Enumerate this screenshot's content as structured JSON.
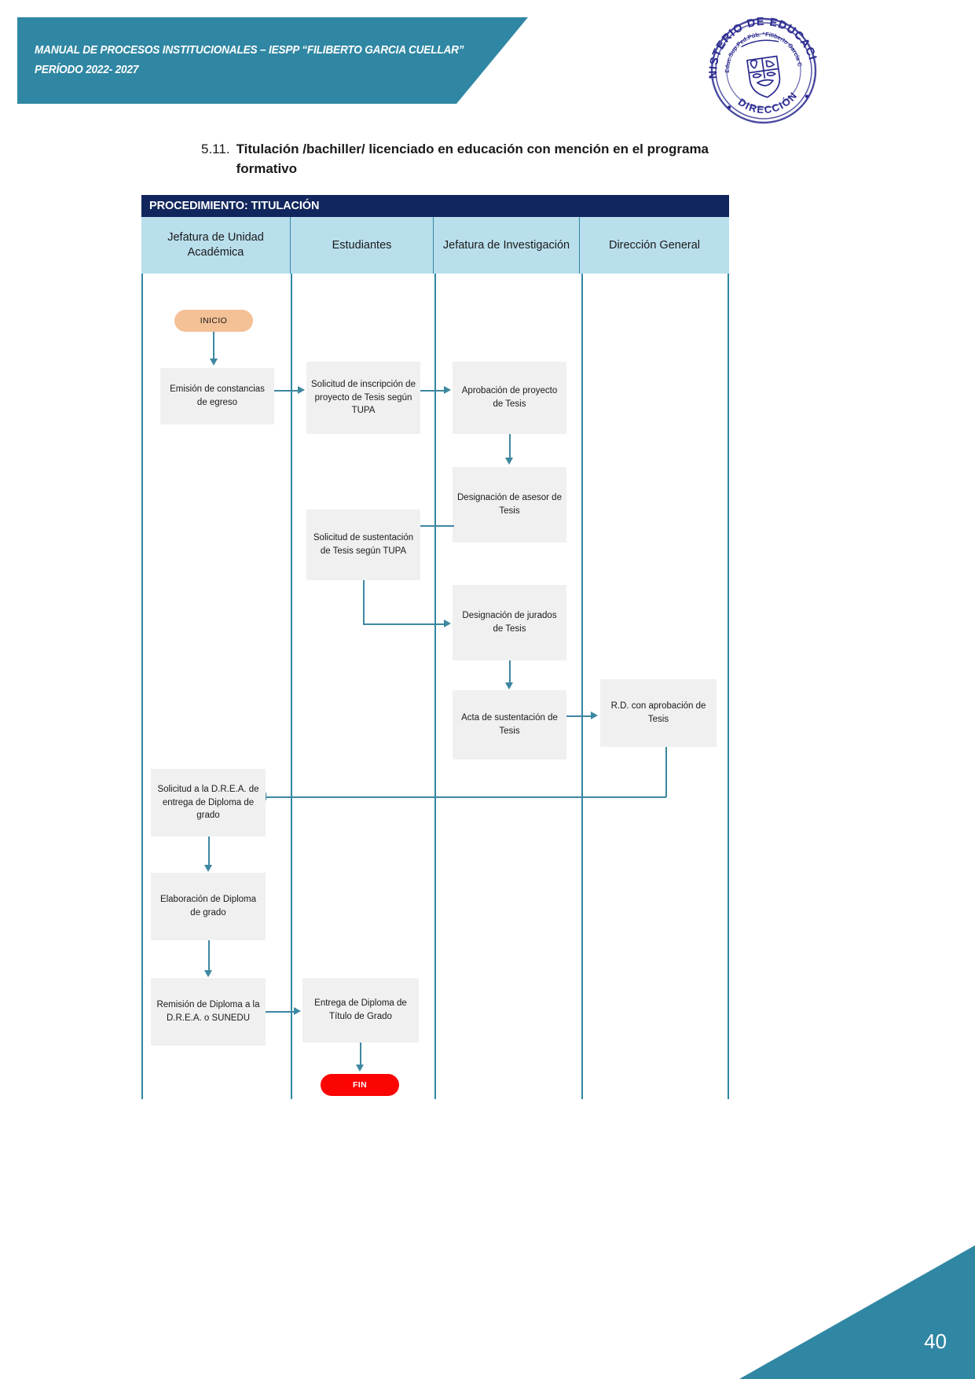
{
  "header": {
    "line1": "MANUAL DE PROCESOS INSTITUCIONALES – IESPP “FILIBERTO GARCIA CUELLAR”",
    "line2": "PERÍODO 2022- 2027",
    "banner_color": "#3087a3"
  },
  "seal": {
    "outer_top_text": "MINISTERIO DE EDUCACIÓN",
    "outer_bottom_text": "DIRECCIÓN",
    "inner_text": "Inst. de Educ. Sup. Ped. Púb. “Filiberto García Cuellar”",
    "color": "#2a2a8f"
  },
  "section": {
    "number": "5.11.",
    "heading": "Titulación /bachiller/ licenciado en educación con mención en el programa formativo"
  },
  "flowchart": {
    "title": "PROCEDIMIENTO: TITULACIÓN",
    "title_bar_color": "#11265c",
    "lane_header_color": "#b9dfec",
    "connector_color": "#3d87a0",
    "node_fill": "#f0f0f0",
    "lanes": [
      {
        "label": "Jefatura de Unidad Académica"
      },
      {
        "label": "Estudiantes"
      },
      {
        "label": "Jefatura de Investigación"
      },
      {
        "label": "Dirección General"
      }
    ],
    "terminators": {
      "start": {
        "label": "INICIO",
        "color": "#f4c096"
      },
      "end": {
        "label": "FIN",
        "color": "#fb0404"
      }
    },
    "nodes": [
      {
        "id": "n1",
        "lane": 0,
        "label": "Emisión de constancias de egreso"
      },
      {
        "id": "n2",
        "lane": 1,
        "label": "Solicitud de inscripción de proyecto de Tesis según TUPA"
      },
      {
        "id": "n3",
        "lane": 2,
        "label": "Aprobación de proyecto de Tesis"
      },
      {
        "id": "n4",
        "lane": 2,
        "label": "Designación de asesor de Tesis"
      },
      {
        "id": "n5",
        "lane": 1,
        "label": "Solicitud de sustentación de Tesis según TUPA"
      },
      {
        "id": "n6",
        "lane": 2,
        "label": "Designación de jurados de Tesis"
      },
      {
        "id": "n7",
        "lane": 2,
        "label": "Acta de sustentación de Tesis"
      },
      {
        "id": "n8",
        "lane": 3,
        "label": "R.D. con aprobación de Tesis"
      },
      {
        "id": "n9",
        "lane": 0,
        "label": "Solicitud a la D.R.E.A. de entrega de Diploma de grado"
      },
      {
        "id": "n10",
        "lane": 0,
        "label": "Elaboración de Diploma de grado"
      },
      {
        "id": "n11",
        "lane": 0,
        "label": "Remisión de Diploma a  la D.R.E.A. o SUNEDU"
      },
      {
        "id": "n12",
        "lane": 1,
        "label": "Entrega de Diploma de Título de Grado"
      }
    ]
  },
  "footer": {
    "page_number": "40",
    "wedge_color": "#3087a3"
  }
}
